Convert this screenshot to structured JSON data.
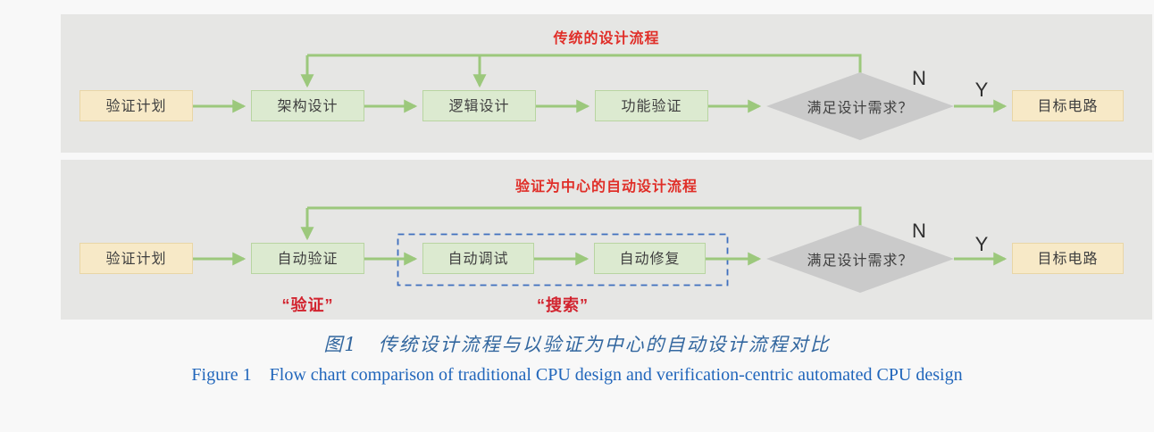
{
  "panels": [
    {
      "title": "传统的设计流程",
      "plan": "验证计划",
      "steps": [
        "架构设计",
        "逻辑设计",
        "功能验证"
      ],
      "decision": "满足设计需求？",
      "no_label": "N",
      "yes_label": "Y",
      "target": "目标电路"
    },
    {
      "title": "验证为中心的自动设计流程",
      "plan": "验证计划",
      "auto_verify": "自动验证",
      "dashed_steps": [
        "自动调试",
        "自动修复"
      ],
      "decision": "满足设计需求？",
      "no_label": "N",
      "yes_label": "Y",
      "target": "目标电路",
      "verify_annotation": "“验证”",
      "search_annotation": "“搜索”"
    }
  ],
  "caption": {
    "zh": "图1　传统设计流程与以验证为中心的自动设计流程对比",
    "en": "Figure 1    Flow chart comparison of traditional CPU design and verification-centric automated CPU design"
  },
  "colors": {
    "page_background": "#f8f8f8",
    "panel_background": "#e6e6e4",
    "plan_target_fill": "#f7e9c7",
    "step_fill": "#dcead0",
    "arrow_green": "#9cc87c",
    "decision_gray": "#cacaca",
    "title_red": "#e02e28",
    "annotation_red": "#d2232e",
    "dashed_border_blue": "#3f6fbe",
    "caption_blue_zh": "#33679f",
    "caption_blue_en": "#2166bb"
  }
}
